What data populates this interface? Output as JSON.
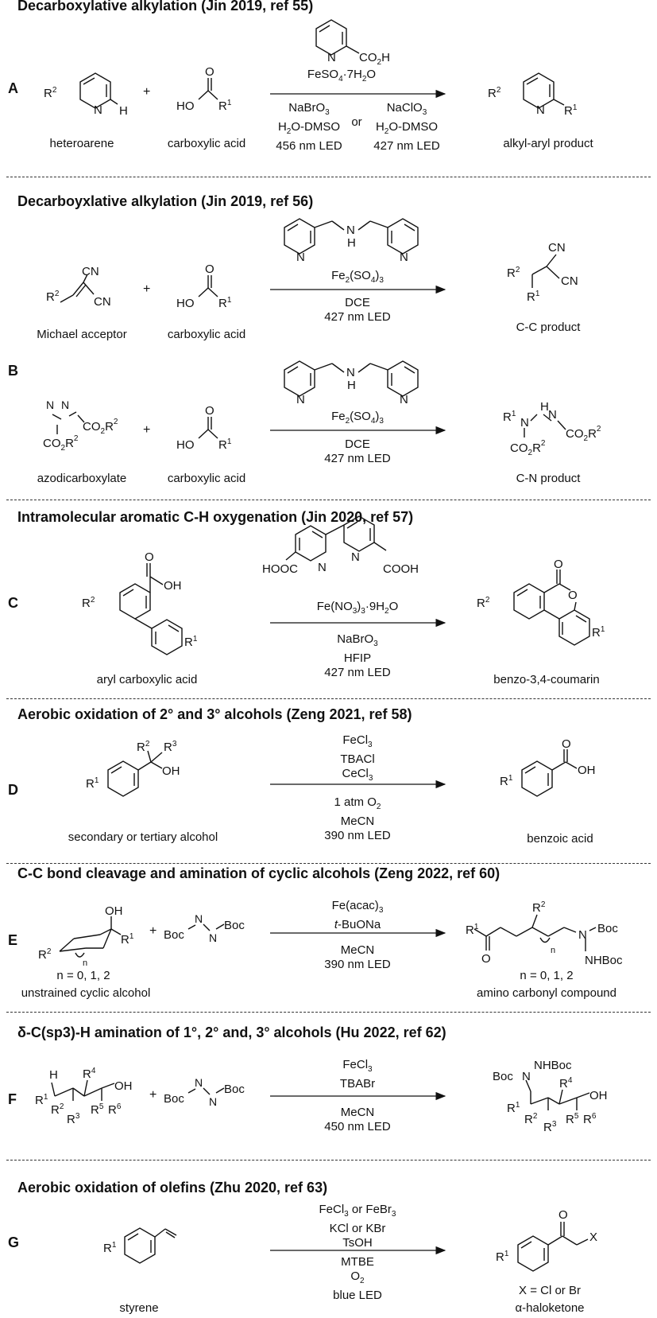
{
  "sections": [
    {
      "letter": "A",
      "title": "Decarboxylative alkylation (Jin 2019, ref 55)",
      "reactant1_caption": "heteroarene",
      "reactant2_caption": "carboxylic acid",
      "product_caption": "alkyl-aryl product",
      "cond_above": [
        "FeSO4·7H2O"
      ],
      "cond_below_left": [
        "NaBrO3",
        "H2O-DMSO",
        "456 nm LED"
      ],
      "cond_or": "or",
      "cond_below_right": [
        "NaClO3",
        "H2O-DMSO",
        "427 nm LED"
      ],
      "ligand_labels": [
        "N",
        "CO2H"
      ]
    },
    {
      "letter": "B",
      "title": "Decarboyxlative alkylation (Jin 2019, ref 56)",
      "row1": {
        "reactant1_caption": "Michael acceptor",
        "reactant2_caption": "carboxylic acid",
        "product_caption": "C-C product",
        "cond_above": "Fe2(SO4)3",
        "cond_below": [
          "DCE",
          "427 nm LED"
        ]
      },
      "row2": {
        "reactant1_caption": "azodicarboxylate",
        "reactant2_caption": "carboxylic acid",
        "product_caption": "C-N product",
        "cond_above": "Fe2(SO4)3",
        "cond_below": [
          "DCE",
          "427 nm LED"
        ]
      }
    },
    {
      "letter": "C",
      "title": "Intramolecular aromatic C-H oxygenation (Jin 2020, ref 57)",
      "reactant_caption": "aryl carboxylic acid",
      "product_caption": "benzo-3,4-coumarin",
      "ligand_labels": [
        "HOOC",
        "N",
        "N",
        "COOH"
      ],
      "cond_above": "Fe(NO3)3·9H2O",
      "cond_below": [
        "NaBrO3",
        "HFIP",
        "427 nm LED"
      ]
    },
    {
      "letter": "D",
      "title": "Aerobic oxidation of 2° and 3° alcohols (Zeng 2021, ref 58)",
      "reactant_caption": "secondary or tertiary alcohol",
      "product_caption": "benzoic acid",
      "cond_above": [
        "FeCl3",
        "TBACl",
        "CeCl3"
      ],
      "cond_below": [
        "1 atm O2",
        "MeCN",
        "390 nm LED"
      ]
    },
    {
      "letter": "E",
      "title": "C-C bond cleavage and amination of cyclic alcohols (Zeng 2022, ref 60)",
      "reactant_note": "n = 0, 1, 2",
      "reactant_caption": "unstrained cyclic alcohol",
      "product_note": "n = 0, 1, 2",
      "product_caption": "amino carbonyl compound",
      "cond_above": [
        "Fe(acac)3",
        "t-BuONa"
      ],
      "cond_below": [
        "MeCN",
        "390 nm LED"
      ]
    },
    {
      "letter": "F",
      "title": "δ-C(sp3)-H amination of 1°, 2° and, 3° alcohols (Hu 2022, ref 62)",
      "cond_above": [
        "FeCl3",
        "TBABr"
      ],
      "cond_below": [
        "MeCN",
        "450 nm LED"
      ]
    },
    {
      "letter": "G",
      "title": "Aerobic oxidation of olefins (Zhu 2020, ref 63)",
      "reactant_caption": "styrene",
      "product_note": "X = Cl or Br",
      "product_caption": "α-haloketone",
      "cond_above": [
        "FeCl3 or FeBr3",
        "KCl or KBr",
        "TsOH"
      ],
      "cond_below": [
        "MTBE",
        "O2",
        "blue LED"
      ]
    }
  ],
  "atom_labels": {
    "N": "N",
    "H": "H",
    "HO": "HO",
    "OH": "OH",
    "O": "O",
    "CN": "CN",
    "R1": "R",
    "R2": "R",
    "Boc": "Boc",
    "NHBoc": "NHBoc",
    "X": "X"
  }
}
